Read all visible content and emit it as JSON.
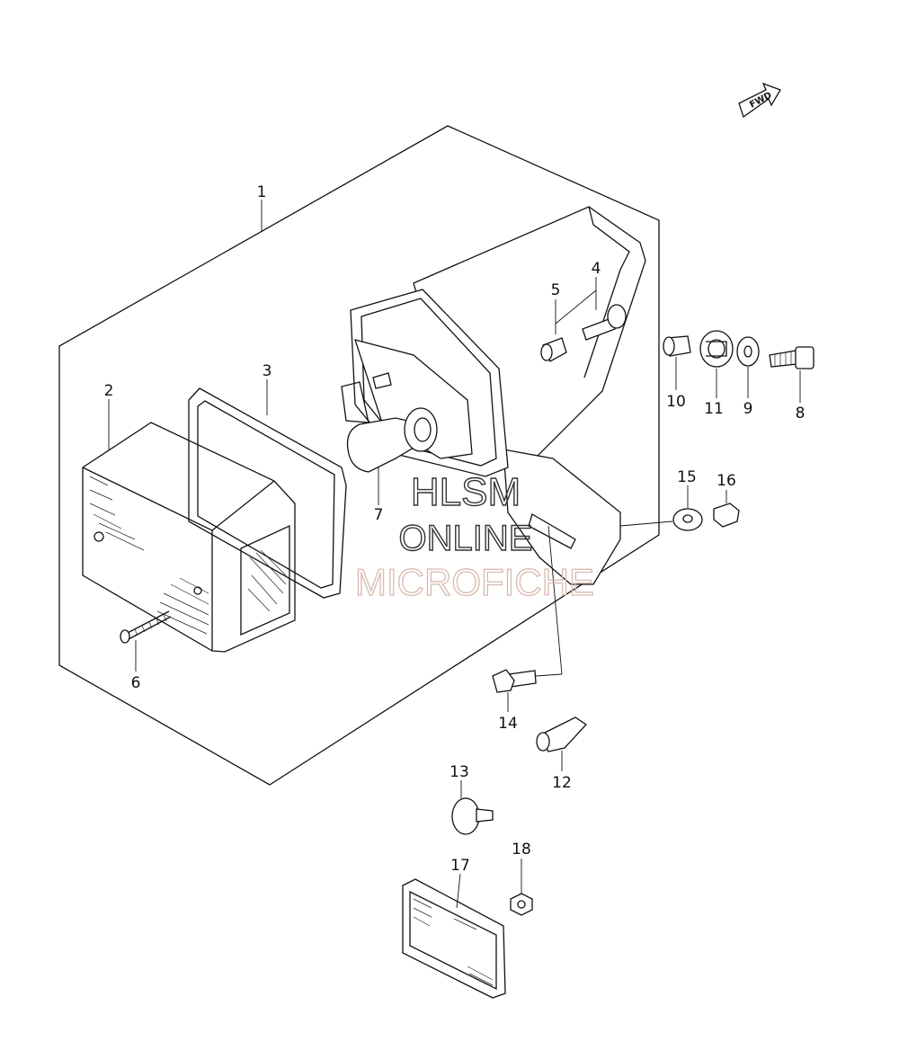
{
  "diagram": {
    "fwd_label": "FWD",
    "parts": [
      {
        "id": "p1",
        "number": "1"
      },
      {
        "id": "p2",
        "number": "2"
      },
      {
        "id": "p3",
        "number": "3"
      },
      {
        "id": "p4",
        "number": "4"
      },
      {
        "id": "p5",
        "number": "5"
      },
      {
        "id": "p6",
        "number": "6"
      },
      {
        "id": "p7",
        "number": "7"
      },
      {
        "id": "p8",
        "number": "8"
      },
      {
        "id": "p9",
        "number": "9"
      },
      {
        "id": "p10",
        "number": "10"
      },
      {
        "id": "p11",
        "number": "11"
      },
      {
        "id": "p12",
        "number": "12"
      },
      {
        "id": "p13",
        "number": "13"
      },
      {
        "id": "p14",
        "number": "14"
      },
      {
        "id": "p15",
        "number": "15"
      },
      {
        "id": "p16",
        "number": "16"
      },
      {
        "id": "p17",
        "number": "17"
      },
      {
        "id": "p18",
        "number": "18"
      }
    ]
  },
  "watermark": {
    "line1": "HLSM",
    "line2": "ONLINE",
    "line3": "MICROFICHE"
  }
}
